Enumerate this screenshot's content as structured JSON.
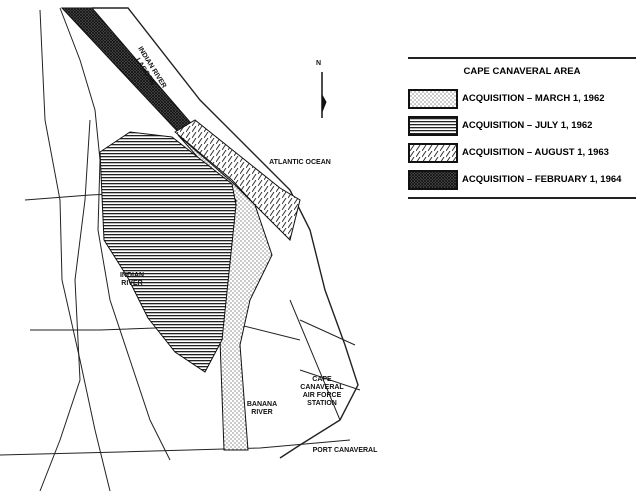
{
  "map": {
    "labels": {
      "lagoon": "INDIAN RIVER LAGOON",
      "ocean": "ATLANTIC OCEAN",
      "indian_river": "INDIAN RIVER",
      "banana_river": "BANANA RIVER",
      "afs": "CAPE CANAVERAL AIR FORCE STATION",
      "port": "PORT CANAVERAL",
      "north": "N"
    }
  },
  "legend": {
    "title": "CAPE CANAVERAL AREA",
    "items": [
      {
        "label": "ACQUISITION – MARCH 1, 1962",
        "pattern": "stipple"
      },
      {
        "label": "ACQUISITION – JULY 1, 1962",
        "pattern": "horizontal-lines"
      },
      {
        "label": "ACQUISITION – AUGUST 1, 1963",
        "pattern": "diagonal-hatch"
      },
      {
        "label": "ACQUISITION – FEBRUARY 1, 1964",
        "pattern": "dark-crosshatch"
      }
    ]
  }
}
